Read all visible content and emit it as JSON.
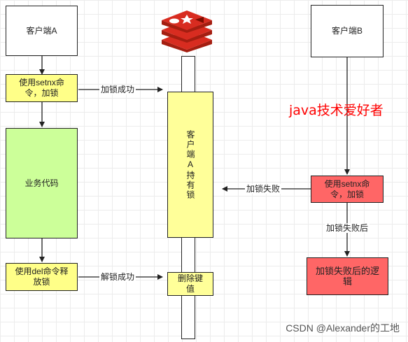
{
  "client_a": {
    "title": "客户端A",
    "step_setnx": "使用setnx命令，加锁",
    "business": "业务代码",
    "step_del": "使用del命令释放锁"
  },
  "client_b": {
    "title": "客户端B",
    "step_setnx": "使用setnx命令，加锁",
    "fail_logic": "加锁失败后的逻辑"
  },
  "redis": {
    "icon": "redis-logo-icon",
    "hold_text": "客户端A持有锁",
    "delete_key": "删除键值"
  },
  "labels": {
    "lock_success": "加锁成功",
    "lock_fail": "加锁失败",
    "after_fail": "加锁失败后",
    "unlock_success": "解锁成功"
  },
  "brand_text": "java技术爱好者",
  "watermark": "CSDN @Alexander的工地",
  "colors": {
    "yellow": "#ffff88",
    "green": "#ccff99",
    "red": "#ff6666",
    "pale_yellow": "#ffff99",
    "brand_red": "#ff0000"
  }
}
